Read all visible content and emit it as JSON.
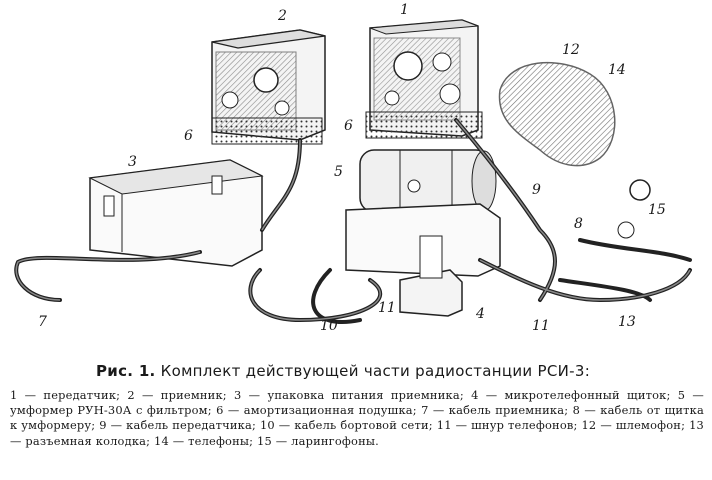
{
  "figure": {
    "callouts": [
      "1",
      "2",
      "3",
      "4",
      "5",
      "6",
      "6",
      "7",
      "8",
      "9",
      "10",
      "11",
      "11",
      "12",
      "13",
      "14",
      "15"
    ]
  },
  "caption": {
    "label": "Рис. 1.",
    "title": "Комплект действующей части радиостанции РСИ-3:"
  },
  "legend": [
    "1 — передатчик;",
    "2 — приемник;",
    "3 — упаковка питания приемника;",
    "4 — микротелефонный щиток;",
    "5 — умформер РУН-30А с фильтром;",
    "6 — амортизационная подушка;",
    "7 — кабель приемника;",
    "8 — кабель от щитка к умформеру;",
    "9 — кабель передатчика;",
    "10 — кабель бортовой сети;",
    "11 — шнур телефонов;",
    "12 — шлемофон;",
    "13 — разъемная колодка;",
    "14 — телефоны;",
    "15 — ларингофоны."
  ]
}
